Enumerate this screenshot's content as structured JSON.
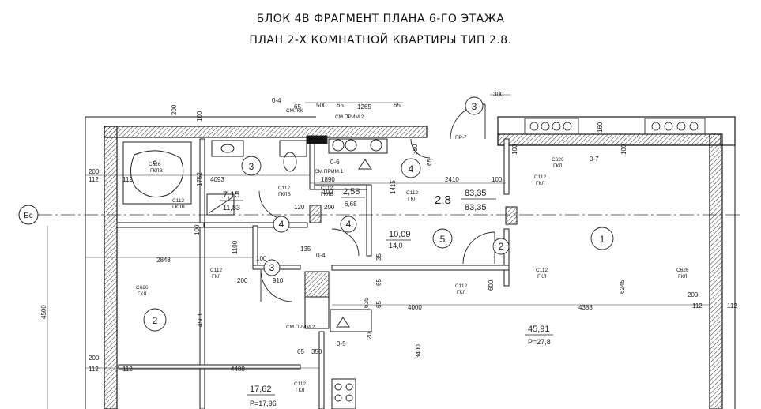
{
  "header": {
    "line1": "БЛОК 4В ФРАГМЕНТ ПЛАНА 6-ГО  ЭТАЖА",
    "line2": "ПЛАН 2-Х КОМНАТНОЙ КВАРТИРЫ ТИП 2.8."
  },
  "apartment": {
    "type": "2.8",
    "area_top": "83,35",
    "area_bottom": "83,35"
  },
  "axis_label": "Бс",
  "rooms": {
    "r1": "1",
    "r2": "2",
    "r2b": "2",
    "r3": "3",
    "r3b": "3",
    "r4a": "4",
    "r4b": "4",
    "r4c": "4",
    "r5": "5"
  },
  "areas": {
    "bath": "7,15",
    "bath_hw": "11,83",
    "wc": "2,58",
    "wc_hw": "6,68",
    "hall": "10,09",
    "hall_hw": "14,0",
    "room1": "45,91",
    "room1_hw": "P=27,8",
    "room2": "17,62",
    "room2_hw": "P=17,96"
  },
  "dims": {
    "d200a": "200",
    "d100a": "100",
    "d1752": "1752",
    "d4093": "4093",
    "d200b": "200",
    "d112a": "112",
    "d112b": "112",
    "d04": "0-4",
    "d65a": "65",
    "d500": "500",
    "d65b": "65",
    "d1265": "1265",
    "d65c": "65",
    "d300": "300",
    "d06": "0-6",
    "d1890": "1890",
    "d2410": "2410",
    "d100b": "100",
    "d1415": "1415",
    "d350a": "350",
    "d65d": "65",
    "d120": "120",
    "d200c": "200",
    "d100c": "100",
    "d100d": "100",
    "d1100": "1100",
    "d2848": "2848",
    "d135": "135",
    "d100e": "100",
    "d200d": "200",
    "d910": "910",
    "d04b": "0-4",
    "d35": "35",
    "d65e": "65",
    "d635": "635",
    "d65f": "65",
    "d4000": "4000",
    "d4388": "4388",
    "d600": "600",
    "d6245": "6245",
    "d200e": "200",
    "d112c": "112",
    "d112d": "112",
    "d4500": "4500",
    "d4501": "4501",
    "d4488": "4488",
    "d3400": "3400",
    "d200f": "200",
    "d112e": "112",
    "d112f": "112",
    "d65g": "65",
    "d350b": "350",
    "d05": "0-5",
    "d20": "20",
    "d160": "160",
    "d07": "0-7",
    "d100f": "100",
    "d100g": "100"
  },
  "labels": {
    "sm_kk": "СМ. КК",
    "sm_prim2a": "СМ.ПРИМ.2",
    "sm_prim1": "СМ.ПРИМ.1",
    "sm_prim2b": "СМ.ПРИМ.2",
    "pr7": "ПР-7",
    "c626a": "С626",
    "gklv_a": "ГКЛВ",
    "c112a": "С112",
    "gklv_b": "ГКЛВ",
    "c112b": "С112",
    "gklv_c": "ГКЛВ",
    "c112c": "С112",
    "gklv_d": "ГКЛВ",
    "c112d": "С112",
    "gkl_a": "ГКЛ",
    "c626b": "С626",
    "gkl_b": "ГКЛ",
    "c112e": "С112",
    "gkl_c": "ГКЛ",
    "c112f": "С112",
    "gkl_d": "ГКЛ",
    "c626c": "С626",
    "gkl_e": "ГКЛ",
    "c112g": "С112",
    "gkl_f": "ГКЛ",
    "c112h": "С112",
    "gkl_g": "ГКЛ",
    "c626d": "С626",
    "gkl_h": "ГКЛ",
    "c112i": "С112",
    "gkl_i": "ГКЛ"
  }
}
